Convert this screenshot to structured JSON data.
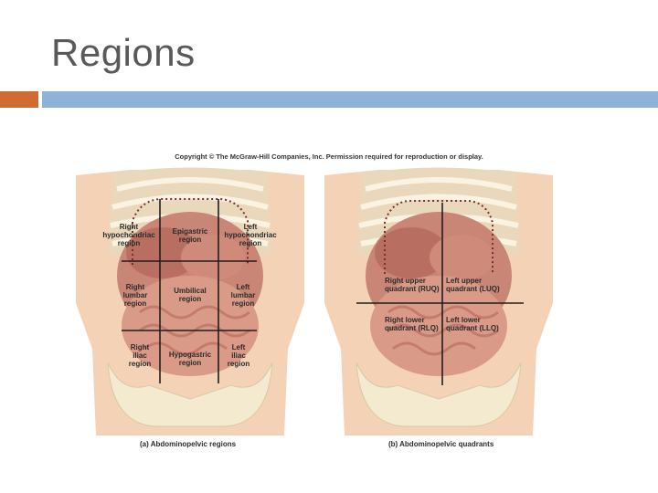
{
  "slide": {
    "title": "Regions"
  },
  "figure": {
    "copyright": "Copyright © The McGraw-Hill Companies, Inc. Permission required for reproduction or display.",
    "regions": {
      "right_hypochondriac": "Right\nhypochondriac\nregion",
      "epigastric": "Epigastric\nregion",
      "left_hypochondriac": "Left\nhypochondriac\nregion",
      "right_lumbar": "Right\nlumbar\nregion",
      "umbilical": "Umbilical\nregion",
      "left_lumbar": "Left\nlumbar\nregion",
      "right_iliac": "Right\niliac\nregion",
      "hypogastric": "Hypogastric\nregion",
      "left_iliac": "Left\niliac\nregion"
    },
    "quadrants": {
      "ruq": "Right upper\nquadrant (RUQ)",
      "luq": "Left upper\nquadrant (LUQ)",
      "rlq": "Right lower\nquadrant (RLQ)",
      "llq": "Left lower\nquadrant (LLQ)"
    },
    "caption_a": "(a) Abdominopelvic regions",
    "caption_b": "(b) Abdominopelvic quadrants",
    "colors": {
      "skin": "#f1c9a6",
      "bone": "#f4ead0",
      "organ": "#c98576",
      "intestine": "#d99a88",
      "accent_orange": "#d06b33",
      "accent_blue": "#8fb3d6"
    }
  }
}
